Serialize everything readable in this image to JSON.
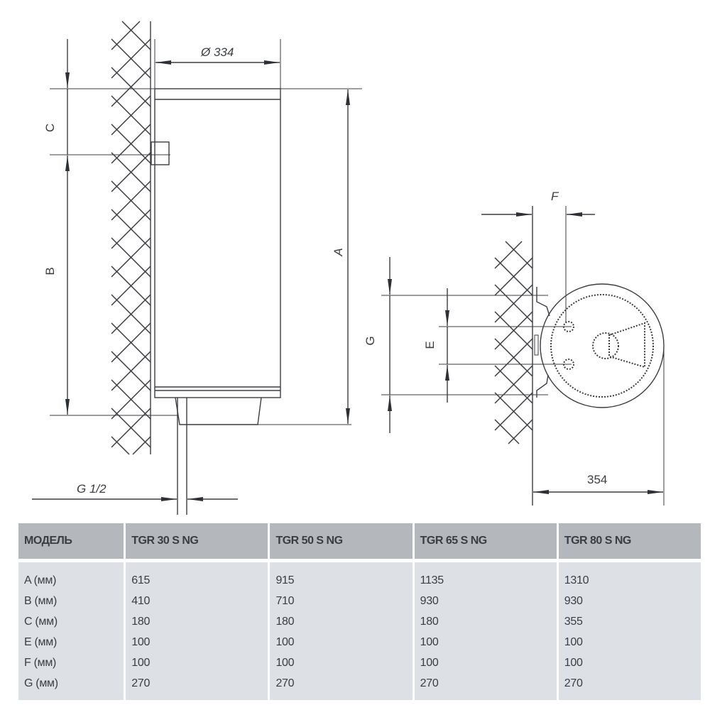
{
  "diagram": {
    "labels": {
      "diameter": "Ø 334",
      "dim_a": "A",
      "dim_b": "B",
      "dim_c": "C",
      "dim_e": "E",
      "dim_f": "F",
      "dim_g": "G",
      "pipe_thread": "G 1/2",
      "depth": "354"
    }
  },
  "table": {
    "headers": [
      "МОДЕЛЬ",
      "TGR 30 S NG",
      "TGR 50 S NG",
      "TGR 65 S NG",
      "TGR 80 S NG"
    ],
    "rows": [
      [
        "A (мм)",
        "615",
        "915",
        "1135",
        "1310"
      ],
      [
        "B (мм)",
        "410",
        "710",
        "930",
        "930"
      ],
      [
        "C (мм)",
        "180",
        "180",
        "180",
        "355"
      ],
      [
        "E (мм)",
        "100",
        "100",
        "100",
        "100"
      ],
      [
        "F (мм)",
        "100",
        "100",
        "100",
        "100"
      ],
      [
        "G (мм)",
        "270",
        "270",
        "270",
        "270"
      ]
    ]
  }
}
